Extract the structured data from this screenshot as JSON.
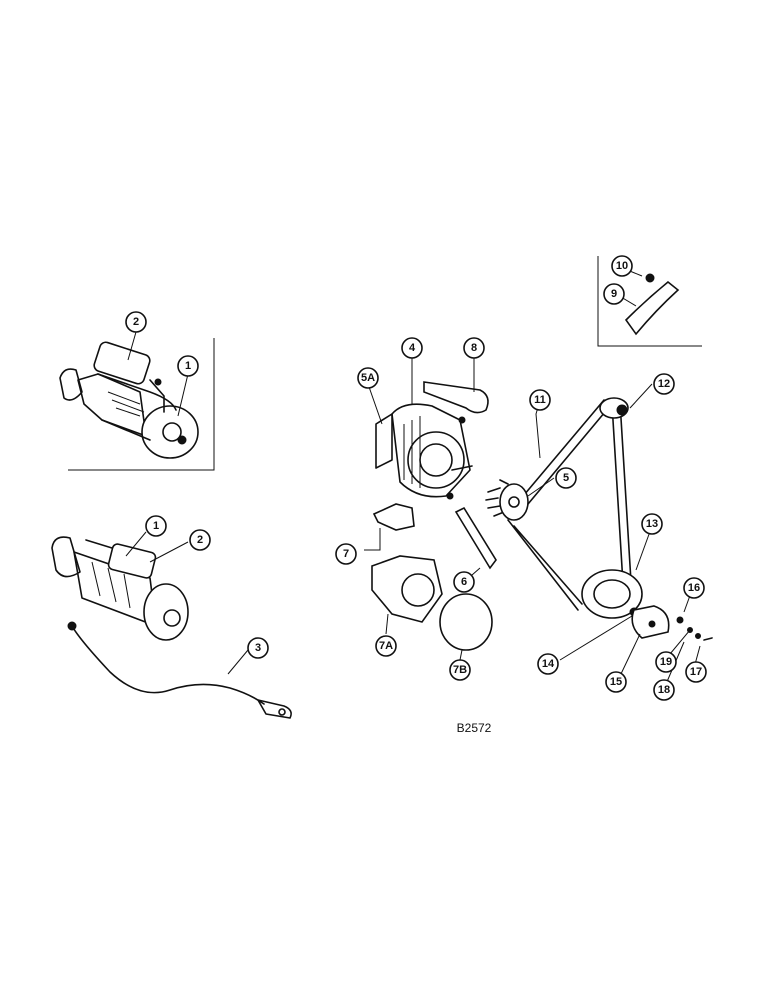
{
  "diagram": {
    "figure_code": "B2572",
    "callouts": [
      {
        "id": "c1a",
        "label": "1"
      },
      {
        "id": "c2a",
        "label": "2"
      },
      {
        "id": "c1b",
        "label": "1"
      },
      {
        "id": "c2b",
        "label": "2"
      },
      {
        "id": "c3",
        "label": "3"
      },
      {
        "id": "c4",
        "label": "4"
      },
      {
        "id": "c5a",
        "label": "5A"
      },
      {
        "id": "c8",
        "label": "8"
      },
      {
        "id": "c7",
        "label": "7"
      },
      {
        "id": "c7a",
        "label": "7A"
      },
      {
        "id": "c6",
        "label": "6"
      },
      {
        "id": "c7b",
        "label": "7B"
      },
      {
        "id": "c10",
        "label": "10"
      },
      {
        "id": "c9",
        "label": "9"
      },
      {
        "id": "c11",
        "label": "11"
      },
      {
        "id": "c12",
        "label": "12"
      },
      {
        "id": "c5",
        "label": "5"
      },
      {
        "id": "c13",
        "label": "13"
      },
      {
        "id": "c14",
        "label": "14"
      },
      {
        "id": "c15",
        "label": "15"
      },
      {
        "id": "c16",
        "label": "16"
      },
      {
        "id": "c19",
        "label": "19"
      },
      {
        "id": "c18",
        "label": "18"
      },
      {
        "id": "c17",
        "label": "17"
      }
    ]
  }
}
